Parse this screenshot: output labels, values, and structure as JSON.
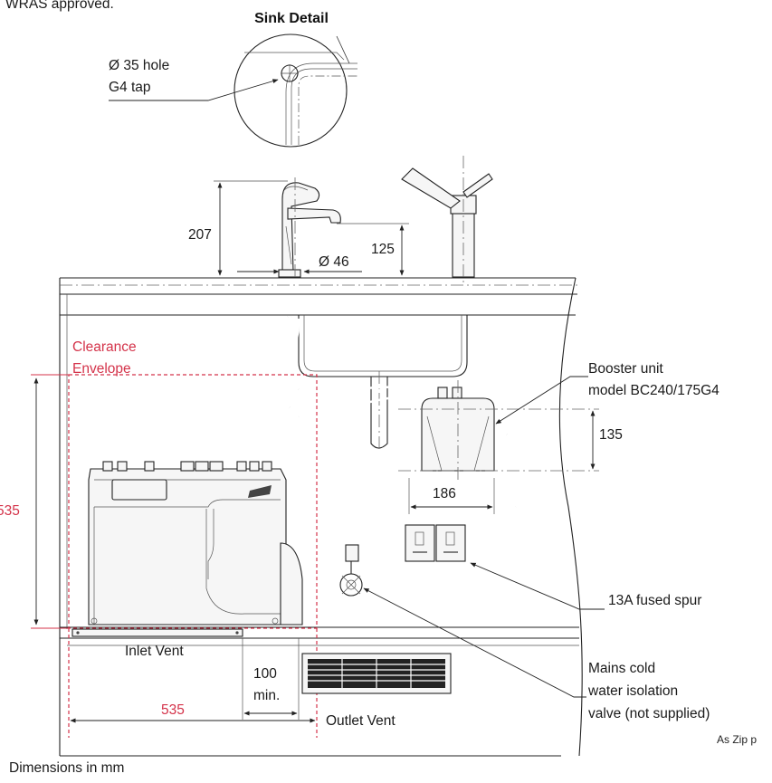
{
  "header_fragment": "WRAS approved.",
  "sink_detail": {
    "title": "Sink Detail",
    "hole_label_line1": "Ø 35 hole",
    "hole_label_line2": "G4 tap"
  },
  "tap": {
    "height_dim": "207",
    "spout_dim": "125",
    "base_dim": "Ø 46"
  },
  "clearance": {
    "label_line1": "Clearance",
    "label_line2": "Envelope",
    "height_dim": "535",
    "width_dim": "535"
  },
  "booster": {
    "label_line1": "Booster unit",
    "label_line2": "model BC240/175G4",
    "height_dim": "135",
    "width_dim": "186"
  },
  "spur_label": "13A fused spur",
  "valve": {
    "line1": "Mains cold",
    "line2": "water isolation",
    "line3": "valve (not supplied)"
  },
  "vents": {
    "inlet": "Inlet Vent",
    "outlet": "Outlet Vent",
    "gap_dim": "100",
    "gap_unit": "min."
  },
  "footer_left": "Dimensions in mm",
  "footer_right_fragment": "As Zip p",
  "colors": {
    "accent_red": "#d4334a",
    "line": "#222222"
  }
}
